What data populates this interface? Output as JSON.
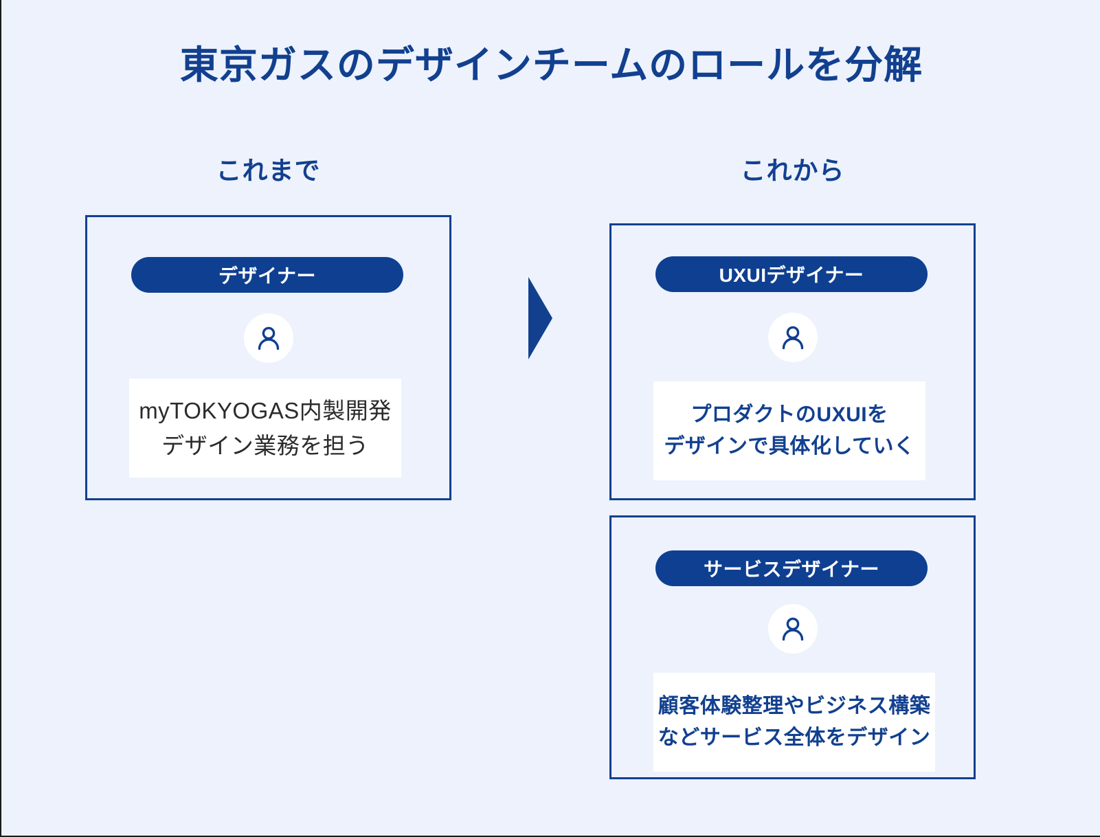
{
  "slide": {
    "title": "東京ガスのデザインチームのロールを分解",
    "background_color": "#edf2fc",
    "accent_color": "#12408f",
    "pill_color": "#0f3f91"
  },
  "columns": [
    {
      "caption": "これまで"
    },
    {
      "caption": "これから"
    }
  ],
  "arrow": {
    "name": "transition-arrow",
    "direction": "right",
    "color": "#12408f"
  },
  "cards": [
    {
      "id": "designer",
      "role_label": "デザイナー",
      "avatar_icon": "person-icon",
      "description_lines": [
        "myTOKYOGAS内製開発",
        "デザイン業務を担う"
      ],
      "description_color": "#2b2b2b"
    },
    {
      "id": "uxui-designer",
      "role_label": "UXUIデザイナー",
      "avatar_icon": "person-icon",
      "description_lines": [
        "プロダクトのUXUIを",
        "デザインで具体化していく"
      ],
      "description_color": "#12408f"
    },
    {
      "id": "service-designer",
      "role_label": "サービスデザイナー",
      "avatar_icon": "person-icon",
      "description_lines": [
        "顧客体験整理やビジネス構築",
        "などサービス全体をデザイン"
      ],
      "description_color": "#12408f"
    }
  ]
}
